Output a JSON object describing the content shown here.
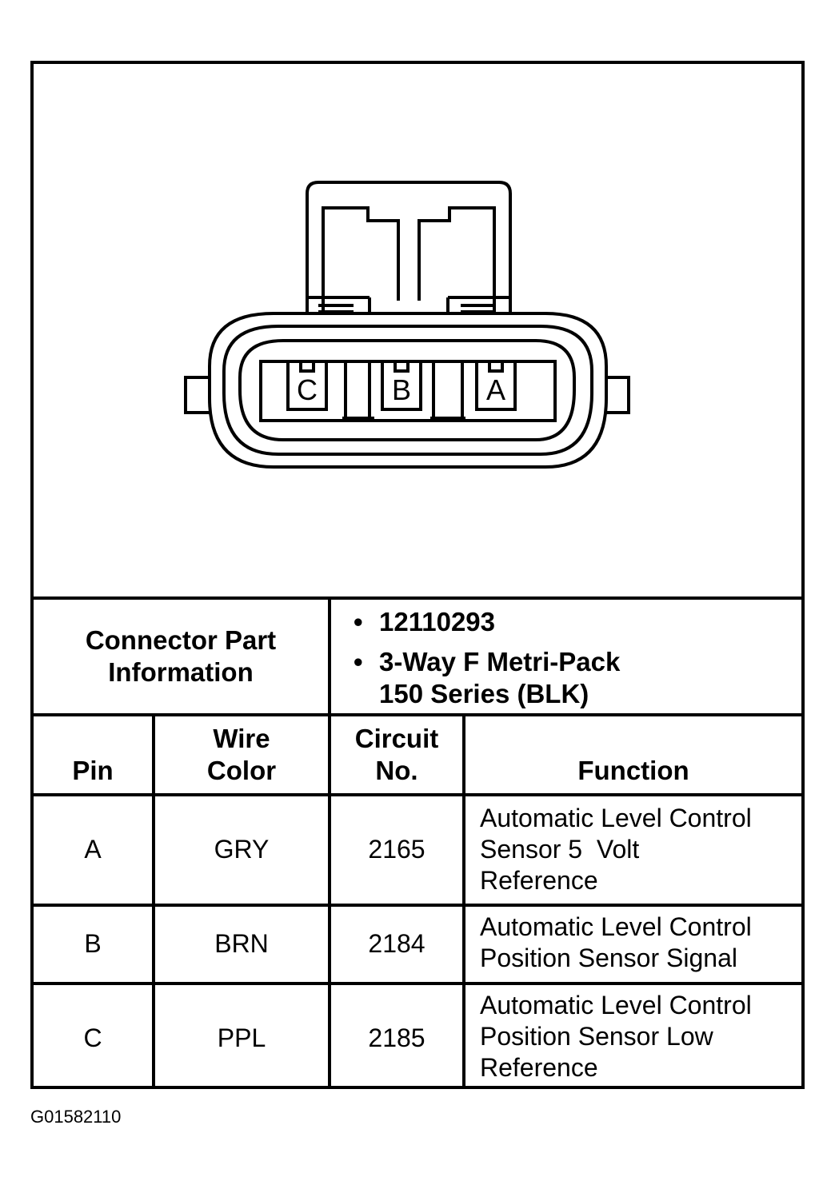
{
  "diagram": {
    "pins": [
      "C",
      "B",
      "A"
    ]
  },
  "connector_info": {
    "label": "Connector Part\nInformation",
    "items": [
      "12110293",
      "3-Way F Metri-Pack\n150 Series (BLK)"
    ]
  },
  "table": {
    "headers": {
      "pin": "Pin",
      "wire_color": "Wire\nColor",
      "circuit": "Circuit\nNo.",
      "function": "Function"
    },
    "rows": [
      {
        "pin": "A",
        "wire_color": "GRY",
        "circuit": "2165",
        "function": [
          "Automatic Level Control",
          "Sensor 5  Volt",
          "Reference"
        ]
      },
      {
        "pin": "B",
        "wire_color": "BRN",
        "circuit": "2184",
        "function": [
          "Automatic Level Control",
          "Position Sensor Signal"
        ]
      },
      {
        "pin": "C",
        "wire_color": "PPL",
        "circuit": "2185",
        "function": [
          "Automatic Level Control",
          "Position Sensor Low",
          "Reference"
        ]
      }
    ]
  },
  "figure_id": "G01582110"
}
